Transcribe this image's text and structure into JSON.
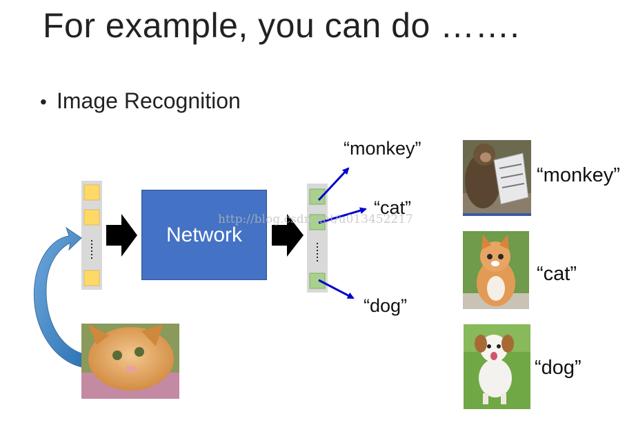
{
  "slide": {
    "title": "For example, you can do …….",
    "bullet": "Image Recognition",
    "network_label": "Network",
    "output_labels": {
      "monkey": "“monkey”",
      "cat": "“cat”",
      "dog": "“dog”"
    },
    "example_labels": {
      "monkey": "“monkey”",
      "cat": "“cat”",
      "dog": "“dog”"
    },
    "watermark": "http://blog.csdn.net/u013452217"
  },
  "colors": {
    "network": "#4472c4",
    "input_cell": "#ffd966",
    "output_cell": "#a9d18e",
    "vector_bg": "#d9d9d9",
    "arrow_blue": "#0000cc",
    "curve_arrow": "#5b9bd5"
  },
  "icons": {
    "input_photo": "kitten-photo",
    "monkey_photo": "monkey-photo",
    "cat_photo": "cat-photo",
    "dog_photo": "dog-photo"
  }
}
